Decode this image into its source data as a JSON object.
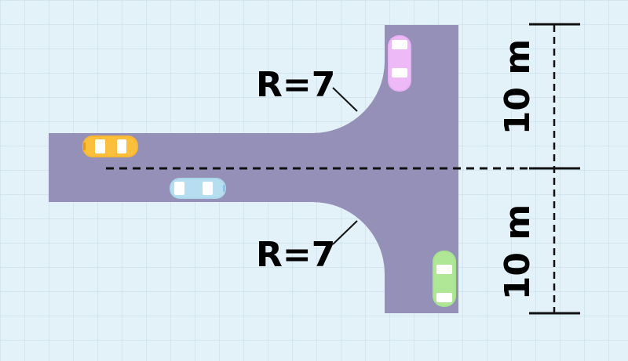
{
  "labels": {
    "radius_top": "R=7",
    "radius_bottom": "R=7",
    "dim_top": "10 m",
    "dim_bottom": "10 m"
  },
  "colors": {
    "background": "#e3f1f8",
    "grid": "#c3d9e4",
    "road": "#9490b8",
    "car_orange": "#f7b733",
    "car_blue": "#acd8ec",
    "car_pink": "#e9b0f5",
    "car_green": "#a6e38c"
  },
  "cars": [
    {
      "name": "car-orange",
      "color": "orange",
      "orientation": "horizontal"
    },
    {
      "name": "car-blue",
      "color": "blue",
      "orientation": "horizontal"
    },
    {
      "name": "car-pink",
      "color": "pink",
      "orientation": "vertical"
    },
    {
      "name": "car-green",
      "color": "green",
      "orientation": "vertical"
    }
  ]
}
